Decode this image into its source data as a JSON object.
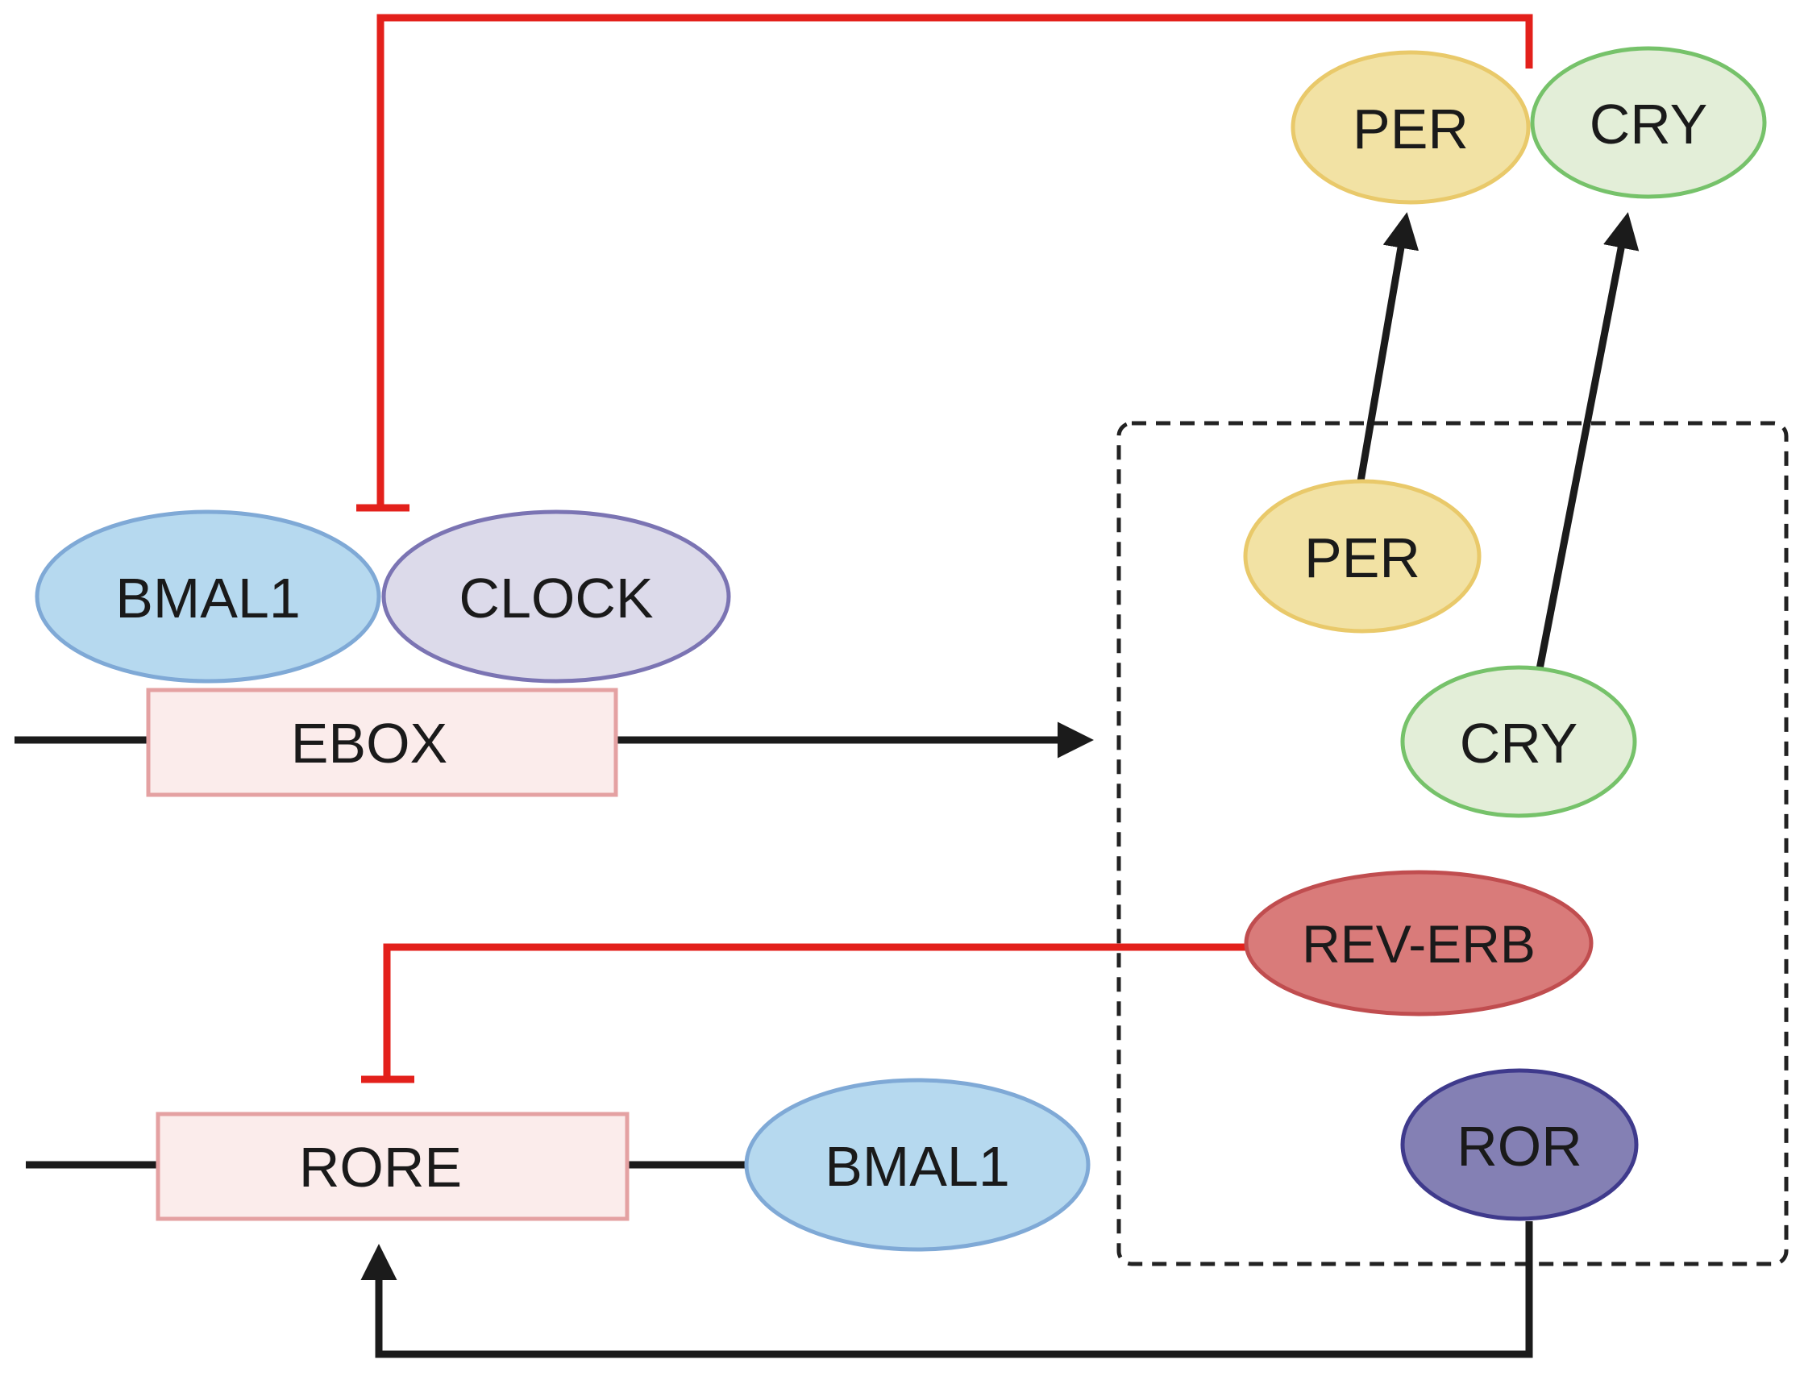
{
  "nodes": {
    "per_top": {
      "label": "PER",
      "color_fill": "#f2e2a4",
      "color_stroke": "#e9c96a"
    },
    "cry_top": {
      "label": "CRY",
      "color_fill": "#e3eed8",
      "color_stroke": "#76c26a"
    },
    "per_mid": {
      "label": "PER",
      "color_fill": "#f2e2a4",
      "color_stroke": "#e9c96a"
    },
    "cry_mid": {
      "label": "CRY",
      "color_fill": "#e3eed8",
      "color_stroke": "#76c26a"
    },
    "bmal1_top": {
      "label": "BMAL1",
      "color_fill": "#b6d9ef",
      "color_stroke": "#7fa9d6"
    },
    "clock": {
      "label": "CLOCK",
      "color_fill": "#dcdaea",
      "color_stroke": "#7b74b3"
    },
    "ebox": {
      "label": "EBOX",
      "color_fill": "#fbeceb",
      "color_stroke": "#e4a1a2"
    },
    "rev_erb": {
      "label": "REV-ERB",
      "color_fill": "#d97b7a",
      "color_stroke": "#c04d4f"
    },
    "ror": {
      "label": "ROR",
      "color_fill": "#8480b4",
      "color_stroke": "#3f3a8c"
    },
    "rore": {
      "label": "RORE",
      "color_fill": "#fbeceb",
      "color_stroke": "#e4a1a2"
    },
    "bmal1_bottom": {
      "label": "BMAL1",
      "color_fill": "#b6d9ef",
      "color_stroke": "#7fa9d6"
    }
  },
  "edges": {
    "activation_color": "#1b1b1b",
    "repression_color": "#e3201b"
  }
}
